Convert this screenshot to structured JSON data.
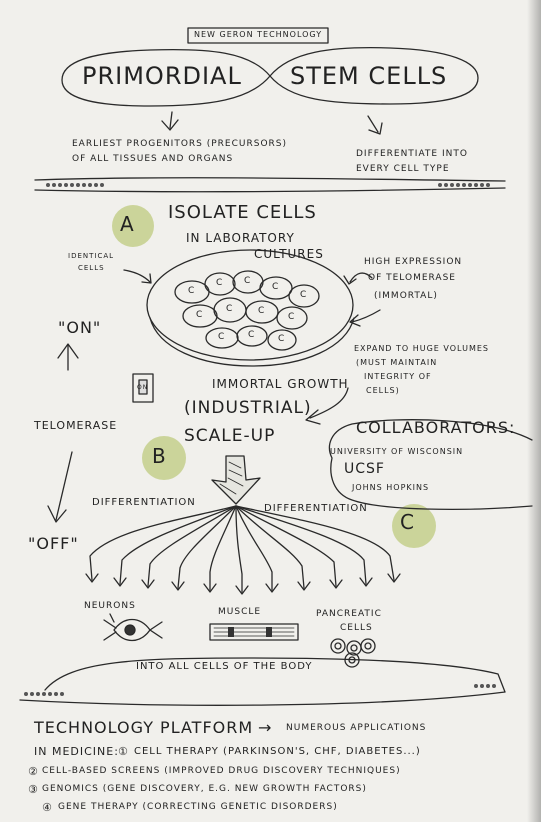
{
  "header": {
    "tag": "NEW GERON TECHNOLOGY",
    "title_left": "PRIMORDIAL",
    "title_right": "STEM CELLS"
  },
  "intro": {
    "left_line1": "EARLIEST PROGENITORS (PRECURSORS)",
    "left_line2": "OF ALL TISSUES AND ORGANS",
    "right_line1": "DIFFERENTIATE INTO",
    "right_line2": "EVERY CELL TYPE"
  },
  "step_a": {
    "marker": "A",
    "line1": "ISOLATE CELLS",
    "line2": "IN LABORATORY",
    "line3": "CULTURES"
  },
  "culture": {
    "identical_line1": "IDENTICAL",
    "identical_line2": "CELLS",
    "cell_letter": "C",
    "telo_line1": "HIGH EXPRESSION",
    "telo_line2": "OF TELOMERASE",
    "telo_line3": "(IMMORTAL)",
    "expand_line1": "EXPAND TO HUGE VOLUMES",
    "expand_line2": "(MUST MAINTAIN",
    "expand_line3": "INTEGRITY OF",
    "expand_line4": "CELLS)"
  },
  "switch": {
    "on": "\"ON\"",
    "off": "\"OFF\"",
    "label": "TELOMERASE",
    "icon_text": "ON"
  },
  "step_b": {
    "marker": "B",
    "growth": "IMMORTAL GROWTH",
    "industrial": "(INDUSTRIAL)",
    "scale": "SCALE-UP"
  },
  "collaborators": {
    "title": "COLLABORATORS:",
    "item1": "UNIVERSITY OF WISCONSIN",
    "item2": "UCSF",
    "item3": "JOHNS HOPKINS"
  },
  "step_c": {
    "marker": "C",
    "diff_left": "DIFFERENTIATION",
    "diff_right": "DIFFERENTIATION"
  },
  "outcomes": {
    "neurons": "NEURONS",
    "muscle": "MUSCLE",
    "pancreatic_line1": "PANCREATIC",
    "pancreatic_line2": "CELLS",
    "all_cells": "INTO ALL CELLS OF THE BODY"
  },
  "platform": {
    "title": "TECHNOLOGY PLATFORM",
    "arrow": "→",
    "apps": "NUMEROUS APPLICATIONS",
    "medicine": "IN MEDICINE:",
    "item1_num": "①",
    "item1": "CELL THERAPY (PARKINSON'S, CHF, DIABETES...)",
    "item2_num": "②",
    "item2": "CELL-BASED SCREENS (IMPROVED DRUG DISCOVERY TECHNIQUES)",
    "item3_num": "③",
    "item3": "GENOMICS (GENE DISCOVERY, E.G. NEW GROWTH FACTORS)",
    "item4_num": "④",
    "item4": "GENE THERAPY (CORRECTING GENETIC DISORDERS)"
  },
  "colors": {
    "paper": "#f1f0ec",
    "ink": "#222222",
    "highlight": "#c4cf8c"
  }
}
